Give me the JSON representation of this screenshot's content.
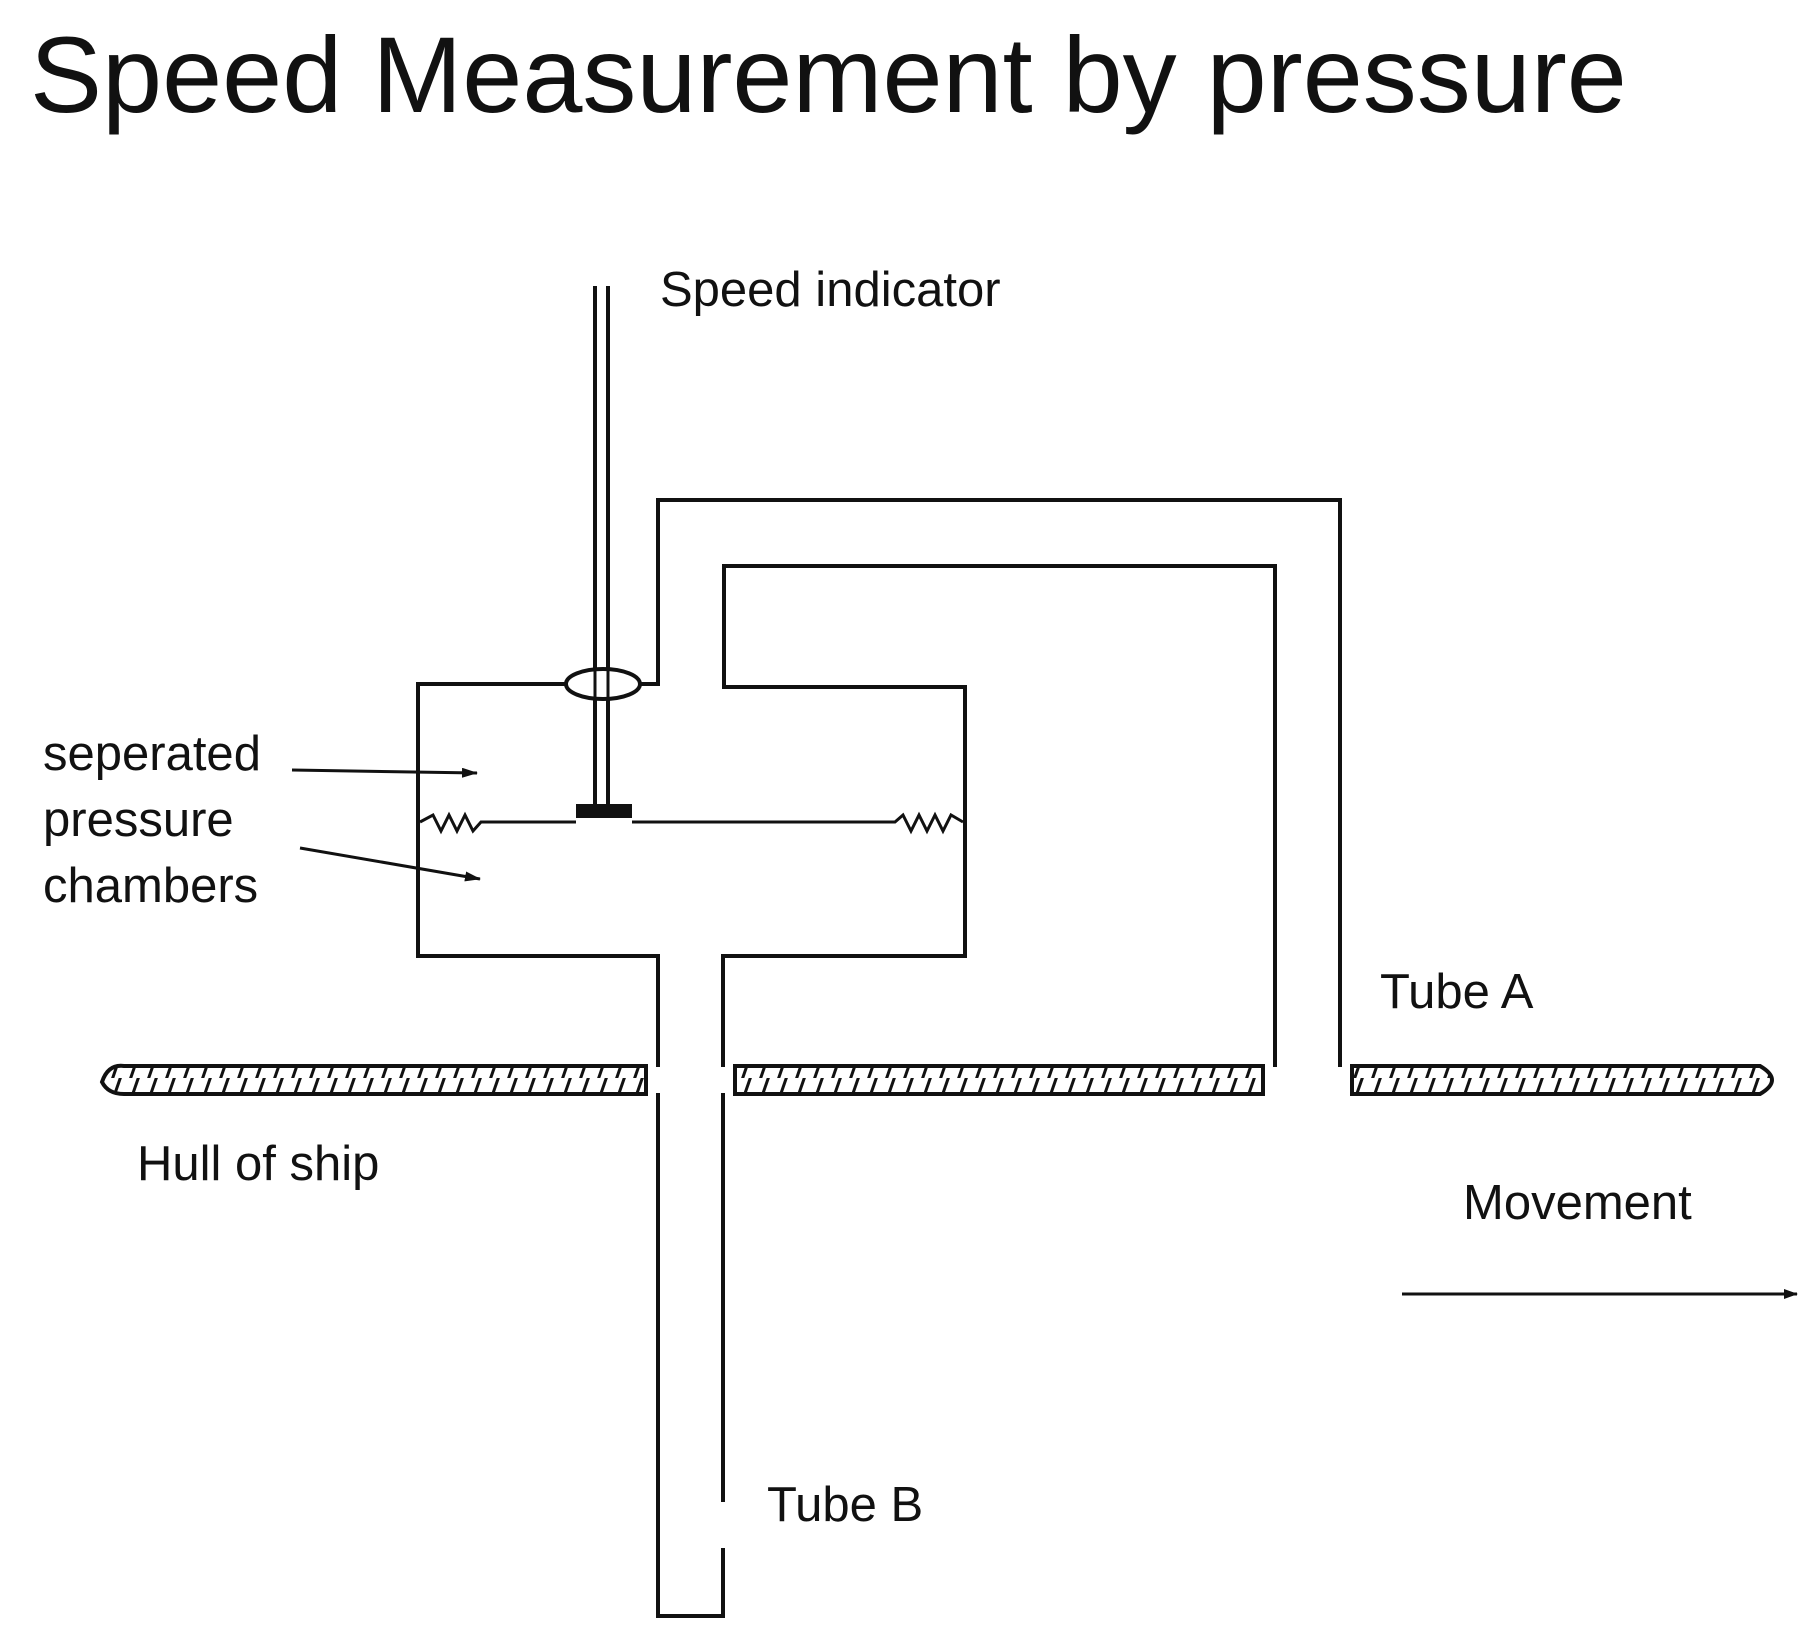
{
  "title": "Speed Measurement by pressure",
  "labels": {
    "speed_indicator": "Speed indicator",
    "chambers_line1": "seperated",
    "chambers_line2": "pressure",
    "chambers_line3": "chambers",
    "tube_a": "Tube A",
    "tube_b": "Tube B",
    "hull": "Hull of ship",
    "movement": "Movement"
  },
  "colors": {
    "ink": "#111111",
    "background": "#ffffff"
  }
}
